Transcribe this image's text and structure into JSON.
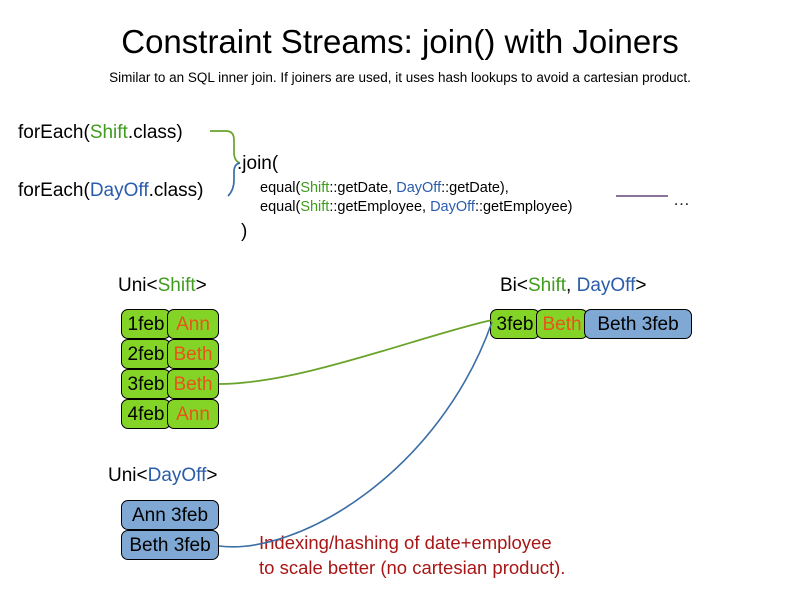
{
  "header": {
    "title": "Constraint Streams: join() with Joiners",
    "subtitle": "Similar to an SQL inner join. If joiners are used, it uses hash lookups to avoid a cartesian product."
  },
  "colors": {
    "shift_green": "#3f9c1e",
    "dayoff_blue": "#2a5caa",
    "box_green": "#83d427",
    "box_blue": "#7fa8d5",
    "name_orange": "#e8541a",
    "note_red": "#a81616",
    "wire_green": "#6aa32a",
    "wire_blue": "#3a6ea5",
    "wire_purple": "#7a5f87"
  },
  "code": {
    "foreach_shift": {
      "prefix": "forEach(",
      "type": "Shift",
      "suffix": ".class)"
    },
    "foreach_dayoff": {
      "prefix": "forEach(",
      "type": "DayOff",
      "suffix": ".class)"
    },
    "join_open": ".join(",
    "join_close": ")",
    "joiners": [
      {
        "fn": "equal(",
        "left_type": "Shift",
        "left_method": "::getDate, ",
        "right_type": "DayOff",
        "right_method": "::getDate),"
      },
      {
        "fn": "equal(",
        "left_type": "Shift",
        "left_method": "::getEmployee, ",
        "right_type": "DayOff",
        "right_method": "::getEmployee)"
      }
    ],
    "ellipsis": "…"
  },
  "streams": {
    "uni_shift": {
      "label_prefix": "Uni<",
      "label_type": "Shift",
      "label_suffix": ">",
      "rows": [
        {
          "date": "1feb",
          "name": "Ann"
        },
        {
          "date": "2feb",
          "name": "Beth"
        },
        {
          "date": "3feb",
          "name": "Beth"
        },
        {
          "date": "4feb",
          "name": "Ann"
        }
      ]
    },
    "uni_dayoff": {
      "label_prefix": "Uni<",
      "label_type": "DayOff",
      "label_suffix": ">",
      "rows": [
        {
          "text": "Ann 3feb"
        },
        {
          "text": "Beth 3feb"
        }
      ]
    },
    "bi": {
      "label_prefix": "Bi<",
      "label_type_a": "Shift",
      "label_separator": ", ",
      "label_type_b": "DayOff",
      "label_suffix": ">",
      "row": {
        "date": "3feb",
        "name": "Beth",
        "pair": "Beth 3feb"
      }
    }
  },
  "note": {
    "line1": "Indexing/hashing of date+employee",
    "line2": "to scale better (no cartesian product)."
  }
}
